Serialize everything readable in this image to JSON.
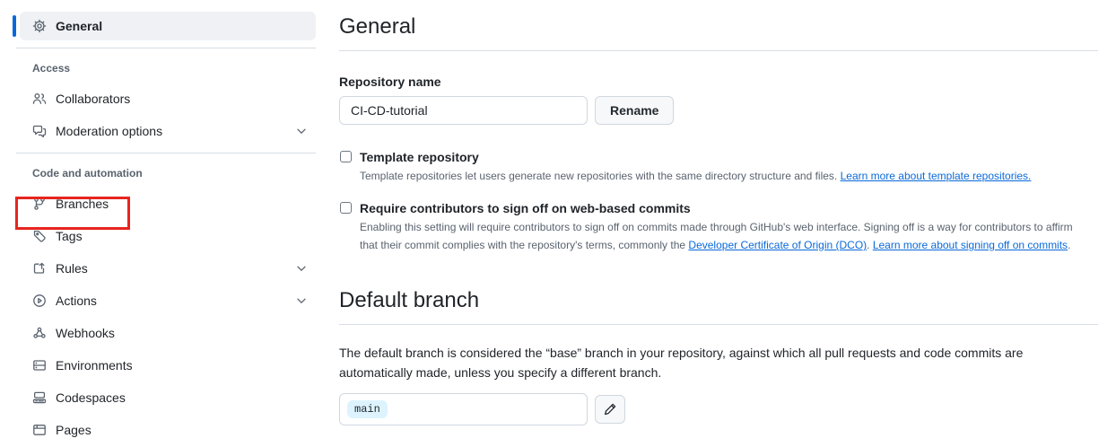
{
  "colors": {
    "accent_blue": "#0969da",
    "link": "#0969da",
    "text": "#1f2328",
    "muted_text": "#59636e",
    "divider": "#d8dee4",
    "input_border": "#d0d7de",
    "button_bg": "#f6f8fa",
    "selected_item_bg": "#eff1f4",
    "annotation_red": "#e8241f",
    "branch_badge_bg": "#ddf4ff"
  },
  "sidebar": {
    "selected": {
      "label": "General",
      "icon": "gear-icon"
    },
    "sections": [
      {
        "label": "Access",
        "items": [
          {
            "label": "Collaborators",
            "icon": "people-icon"
          },
          {
            "label": "Moderation options",
            "icon": "comment-discussion-icon",
            "has_chevron": true
          }
        ]
      },
      {
        "label": "Code and automation",
        "items": [
          {
            "label": "Branches",
            "icon": "git-branch-icon",
            "annotated_with_red_box": true
          },
          {
            "label": "Tags",
            "icon": "tag-icon"
          },
          {
            "label": "Rules",
            "icon": "repo-push-icon",
            "has_chevron": true
          },
          {
            "label": "Actions",
            "icon": "play-icon",
            "has_chevron": true
          },
          {
            "label": "Webhooks",
            "icon": "webhook-icon"
          },
          {
            "label": "Environments",
            "icon": "server-icon"
          },
          {
            "label": "Codespaces",
            "icon": "codespaces-icon"
          },
          {
            "label": "Pages",
            "icon": "browser-icon"
          }
        ]
      }
    ]
  },
  "main": {
    "general": {
      "title": "General",
      "repo_name_label": "Repository name",
      "repo_name_value": "CI-CD-tutorial",
      "rename_button": "Rename",
      "template": {
        "label": "Template repository",
        "checked": false,
        "note_text": "Template repositories let users generate new repositories with the same directory structure and files. ",
        "link": "Learn more about template repositories."
      },
      "signoff": {
        "label": "Require contributors to sign off on web-based commits",
        "checked": false,
        "note_text": "Enabling this setting will require contributors to sign off on commits made through GitHub's web interface. Signing off is a way for contributors to affirm that their commit complies with the repository's terms, commonly the ",
        "dco_link": "Developer Certificate of Origin (DCO)",
        "separator": ". ",
        "learn_link": "Learn more about signing off on commits",
        "period": "."
      }
    },
    "default_branch": {
      "title": "Default branch",
      "description": "The default branch is considered the “base” branch in your repository, against which all pull requests and code commits are automatically made, unless you specify a different branch.",
      "branch_value": "main"
    }
  }
}
